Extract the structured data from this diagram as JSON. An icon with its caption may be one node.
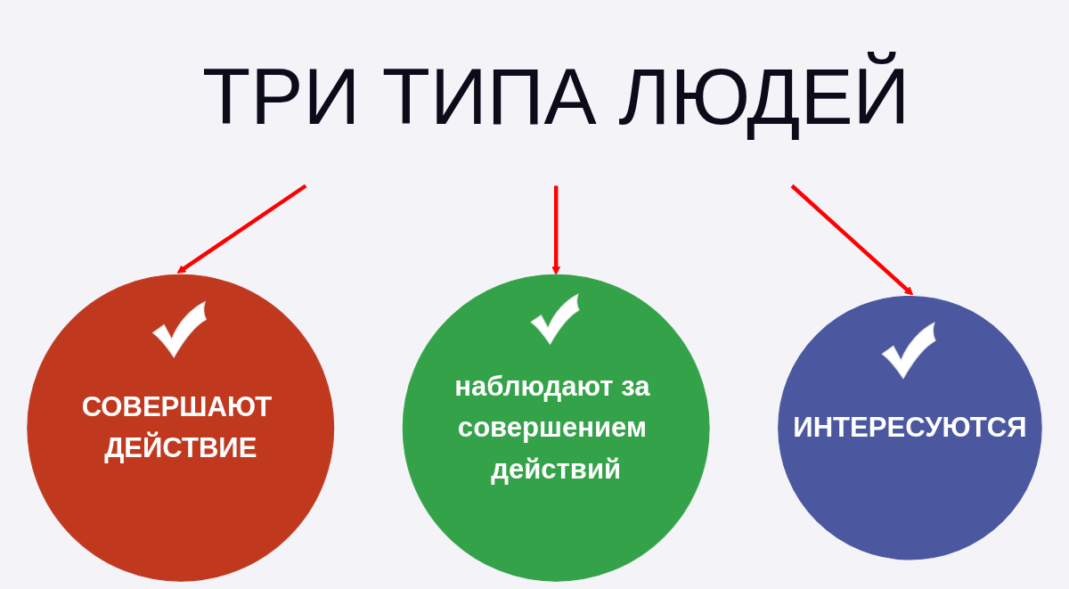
{
  "diagram": {
    "nodes": [
      {
        "text": [
          "ТРИ ТИПА ЛЮДЕЙ"
        ]
      },
      {
        "text": [
          "СОВЕРШАЮТ ДЕЙСТВИЕ"
        ]
      },
      {
        "text": [
          "наблюдают за совершением действий"
        ]
      },
      {
        "text": [
          "ИНТЕРЕСУЮТСЯ"
        ]
      }
    ],
    "edges": [
      {
        "from": 0,
        "to": 1,
        "arrow": "to"
      },
      {
        "from": 0,
        "to": 2,
        "arrow": "to"
      },
      {
        "from": 0,
        "to": 3,
        "arrow": "to"
      }
    ]
  }
}
